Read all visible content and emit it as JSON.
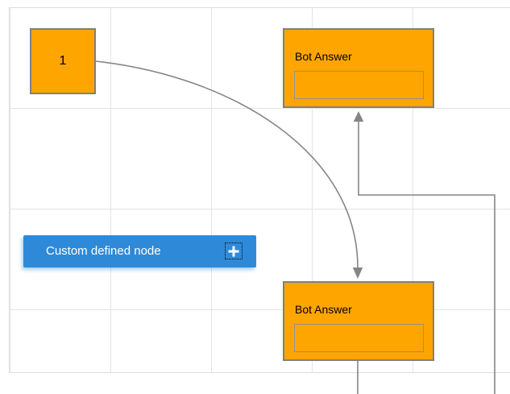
{
  "diagram": {
    "nodes": {
      "start": {
        "label": "1"
      },
      "bot_answer_top": {
        "title": "Bot Answer",
        "field_value": ""
      },
      "bot_answer_bottom": {
        "title": "Bot Answer",
        "field_value": ""
      },
      "custom": {
        "label": "Custom defined node",
        "icon": "plus-icon"
      }
    },
    "connectors": [
      {
        "from": "start",
        "to": "bot_answer_bottom",
        "style": "curved",
        "arrow": "down"
      },
      {
        "from": "offscreen-bottom",
        "to": "bot_answer_top",
        "style": "orthogonal",
        "arrow": "up"
      },
      {
        "from": "bot_answer_bottom",
        "to": "offscreen-bottom",
        "style": "straight",
        "arrow": "none"
      }
    ]
  },
  "theme": {
    "node_fill": "#ffa500",
    "node_border": "#7f7f7f",
    "inner_box_border": "#919191",
    "custom_node_fill": "#2e8ad8",
    "custom_node_text": "#ffffff",
    "connector_color": "#858585",
    "grid_line_color": "#e4e4e4",
    "page_border_color": "#dddddd",
    "label_color": "#000000",
    "background": "#ffffff"
  }
}
